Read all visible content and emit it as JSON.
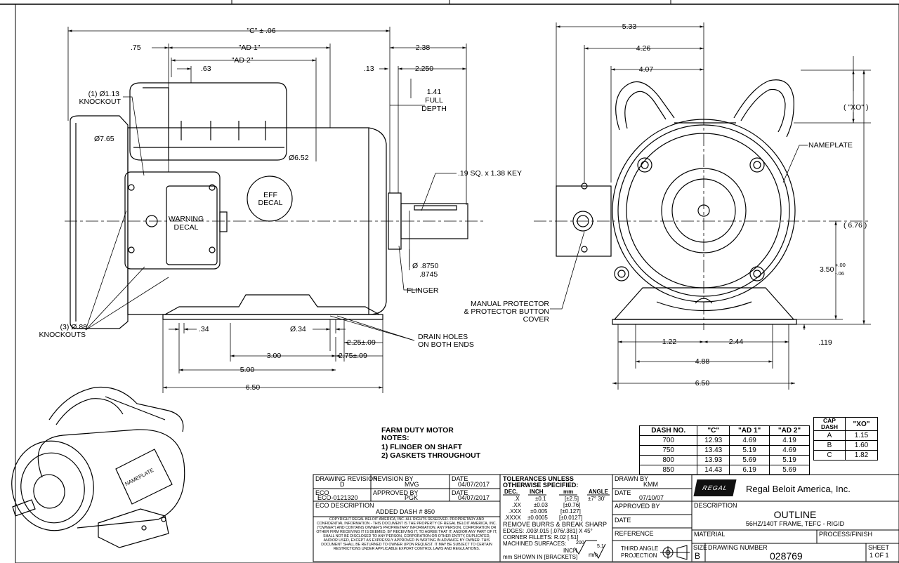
{
  "front_dims": {
    "c": "\"C\" ± .06",
    "ad1": "\"AD 1\"",
    "ad2": "\"AD 2\"",
    "d075": ".75",
    "d063": ".63",
    "d238": "2.38",
    "d013": ".13",
    "d2250": "2.250",
    "full_depth_1": "1.41",
    "full_depth_2": "FULL",
    "full_depth_3": "DEPTH",
    "knockout_1": "(1) Ø1.13",
    "knockout_2": "KNOCKOUT",
    "d765": "Ø7.65",
    "d652": "Ø6.52",
    "key": ".19 SQ. x 1.38 KEY",
    "eff_1": "EFF",
    "eff_2": "DECAL",
    "warn_1": "WARNING",
    "warn_2": "DECAL",
    "shaft_1": "Ø .8750",
    "shaft_2": ".8745",
    "flinger": "FLINGER",
    "knockouts3_1": "(3) Ø.88",
    "knockouts3_2": "KNOCKOUTS",
    "d034a": ".34",
    "d034b": "Ø.34",
    "d225": "2.25±.09",
    "d275": "2.75±.09",
    "d300": "3.00",
    "d500": "5.00",
    "d650": "6.50",
    "drain_1": "DRAIN HOLES",
    "drain_2": "ON BOTH ENDS"
  },
  "side_dims": {
    "d533": "5.33",
    "d426": "4.26",
    "d407": "4.07",
    "xo": "( \"XO\" )",
    "nameplate": "NAMEPLATE",
    "d676": "( 6.76 )",
    "d350": "3.50",
    "tol_plus": "+.00",
    "tol_minus": "-.06",
    "d119": ".119",
    "d122": "1.22",
    "d244": "2.44",
    "d488": "4.88",
    "d650": "6.50",
    "protector_1": "MANUAL PROTECTOR",
    "protector_2": "& PROTECTOR BUTTON",
    "protector_3": "COVER"
  },
  "iso_nameplate": "NAMEPLATE",
  "notes": {
    "title": "FARM DUTY MOTOR",
    "label": "NOTES:",
    "n1": "1) FLINGER ON SHAFT",
    "n2": "2) GASKETS THROUGHOUT"
  },
  "dash_table": {
    "headers": [
      "DASH NO.",
      "\"C\"",
      "\"AD 1\"",
      "\"AD 2\""
    ],
    "rows": [
      [
        "700",
        "12.93",
        "4.69",
        "4.19"
      ],
      [
        "750",
        "13.43",
        "5.19",
        "4.69"
      ],
      [
        "800",
        "13.93",
        "5.69",
        "5.19"
      ],
      [
        "850",
        "14.43",
        "6.19",
        "5.69"
      ]
    ]
  },
  "cap_table": {
    "headers": [
      "CAP DASH",
      "\"XO\""
    ],
    "rows": [
      [
        "A",
        "1.15"
      ],
      [
        "B",
        "1.60"
      ],
      [
        "C",
        "1.82"
      ]
    ]
  },
  "title_block": {
    "drawing_revision_label": "DRAWING REVISION",
    "drawing_revision": "D",
    "revision_by_label": "REVISION BY",
    "revision_by": "MVG",
    "date_label": "DATE",
    "revision_date": "04/07/2017",
    "eco_label": "ECO",
    "eco": "ECO-0121320",
    "approved_by_label": "APPROVED BY",
    "approved_by": "PGK",
    "approved_date": "04/07/2017",
    "eco_desc_label": "ECO DESCRIPTION",
    "eco_desc": "ADDED DASH # 850",
    "copyright": "COPYRIGHT REGAL BELOIT AMERICA, INC. ALL RIGHTS RESERVED. PROPRIETARY AND CONFIDENTIAL INFORMATION - THIS DOCUMENT IS THE PROPERTY OF REGAL BELOIT AMERICA, INC. (\"OWNER\") AND CONTAINS OWNER'S PROPRIETARY INFORMATION. ANY PERSON, CORPORATION OR OTHER FIRM RECEIVING IT IS DEEMED, BY RECEIVING IT, TO AGREE THAT IT, AND/OR ANY PART OF IT, SHALL NOT BE DISCLOSED TO ANY PERSON, CORPORATION OR OTHER ENTITY, DUPLICATED, AND/OR USED, EXCEPT AS EXPRESSLY APPROVED IN WRITING IN ADVANCE BY OWNER. THIS DOCUMENT SHALL BE RETURNED TO OWNER UPON REQUEST. IT MAY BE SUBJECT TO CERTAIN RESTRICTIONS UNDER APPLICABLE EXPORT CONTROL LAWS AND REGULATIONS.",
    "tol_1": "TOLERANCES UNLESS",
    "tol_2": "OTHERWISE SPECIFIED:",
    "tol_head": [
      "DEC.",
      "INCH",
      "mm",
      "ANGLE"
    ],
    "tol_rows": [
      [
        ".X",
        "±0.1",
        "[±2.5]",
        "±7° 30'"
      ],
      [
        ".XX",
        "±0.03",
        "[±0.76]",
        ""
      ],
      [
        ".XXX",
        "±0.005",
        "[±0.127]",
        ""
      ],
      [
        ".XXXX",
        "±0.0005",
        "[±0.0127]",
        ""
      ]
    ],
    "burrs": "REMOVE BURRS & BREAK SHARP",
    "edges": "EDGES: .003/.015 [.076/.381] X 45°",
    "fillets": "CORNER FILLETS: R.02 [.51]",
    "machined": "MACHINED SURFACES:",
    "surf_200": "200",
    "surf_51": "5.1",
    "surf_inch": "INCH",
    "surf_mm": "mm",
    "mm_note": "mm SHOWN IN [BRACKETS]",
    "drawn_by_label": "DRAWN BY",
    "drawn_by": "KMM",
    "drawn_date": "07/10/07",
    "approved_by2_label": "APPROVED BY",
    "date2_label": "DATE",
    "reference_label": "REFERENCE",
    "third_angle_1": "THIRD ANGLE",
    "third_angle_2": "PROJECTION",
    "company": "Regal Beloit America, Inc.",
    "logo": "REGAL",
    "description_label": "DESCRIPTION",
    "description": "OUTLINE",
    "description_2": "56HZ/140T FRAME, TEFC - RIGID",
    "material_label": "MATERIAL",
    "process_label": "PROCESS/FINISH",
    "size_label": "SIZE",
    "size": "B",
    "drawing_number_label": "DRAWING NUMBER",
    "drawing_number": "028769",
    "sheet_label": "SHEET",
    "sheet": "1 OF 1"
  }
}
